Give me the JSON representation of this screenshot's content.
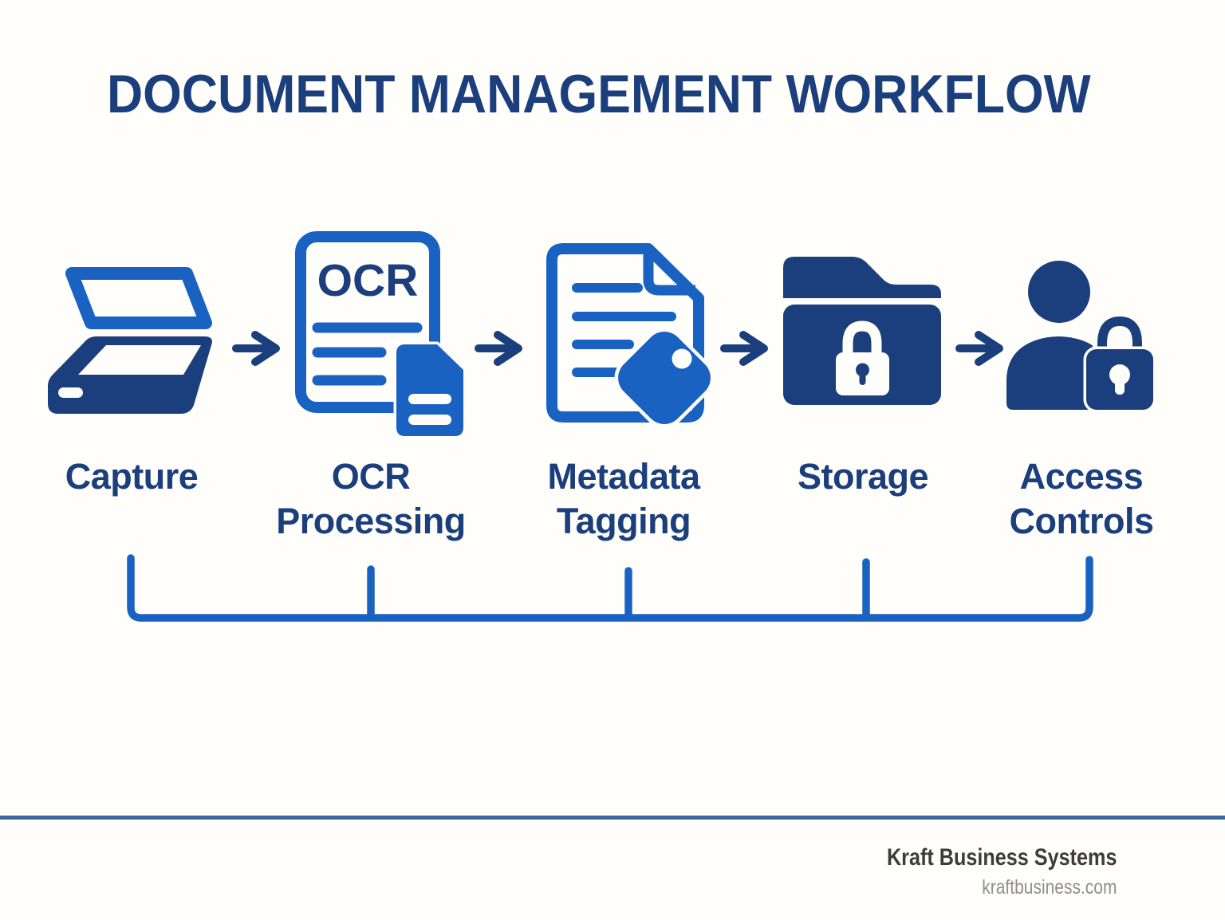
{
  "title": "DOCUMENT MANAGEMENT WORKFLOW",
  "steps": [
    {
      "icon": "scanner-icon",
      "label_lines": [
        "Capture"
      ]
    },
    {
      "icon": "ocr-document-icon",
      "label_lines": [
        "OCR",
        "Processing"
      ],
      "icon_text": "OCR"
    },
    {
      "icon": "document-tag-icon",
      "label_lines": [
        "Metadata",
        "Tagging"
      ]
    },
    {
      "icon": "locked-folder-icon",
      "label_lines": [
        "Storage"
      ]
    },
    {
      "icon": "user-lock-icon",
      "label_lines": [
        "Access",
        "Controls"
      ]
    }
  ],
  "colors": {
    "navy": "#1B3E7C",
    "blue": "#1A62C1",
    "divider": "#39679A",
    "footer_company": "#3C3C3C",
    "footer_url": "#8E8E8E",
    "background": "#FFFEFB"
  },
  "footer": {
    "company": "Kraft Business Systems",
    "website": "kraftbusiness.com"
  }
}
